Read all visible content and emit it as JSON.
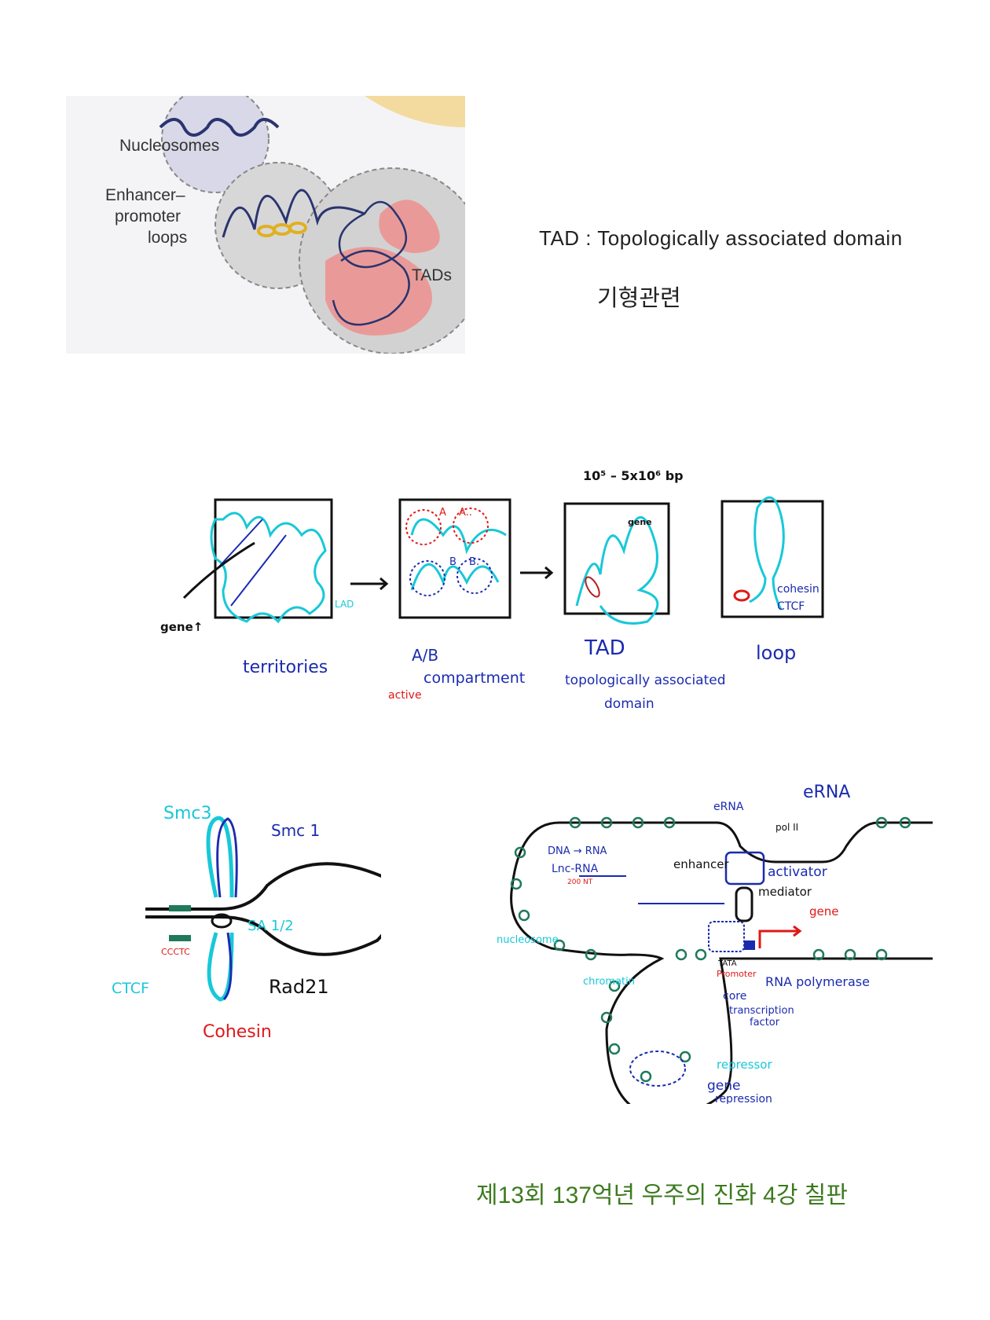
{
  "definition": {
    "tad": "TAD :  Topologically  associated domain",
    "korean_note": "기형관련"
  },
  "figure1": {
    "labels": {
      "nucleosomes": "Nucleosomes",
      "enhancer1": "Enhancer–",
      "enhancer2": "promoter",
      "enhancer3": "loops",
      "tads": "TADs"
    }
  },
  "figure2": {
    "size_note": "10⁵ – 5x10⁶ bp",
    "gene_small": "gene",
    "gene_arrow": "gene↑",
    "lad": "LAD",
    "a1": "A",
    "a2": "A..",
    "b1": "B",
    "b2": "B.",
    "cohesin": "cohesin",
    "ctcf": "CTCF",
    "captions": {
      "territories": "territories",
      "ab1": "A/B",
      "ab2": "compartment",
      "active": "active",
      "tad1": "TAD",
      "tad2": "topologically  associated",
      "tad3": "domain",
      "loop": "loop"
    }
  },
  "figure3": {
    "smc3": "Smc3",
    "smc1": "Smc 1",
    "sa": "SA 1/2",
    "ccctc": "CCCTC",
    "ctcf": "CTCF",
    "rad21": "Rad21",
    "cohesin": "Cohesin"
  },
  "figure4": {
    "erna_small": "eRNA",
    "erna_large": "eRNA",
    "pol2": "pol II",
    "dna_rna": "DNA → RNA",
    "lnc_rna": "Lnc-RNA",
    "nt": "200 NT",
    "enhancer": "enhancer",
    "activator": "activator",
    "mediator": "mediator",
    "gene": "gene",
    "tata": "TATA",
    "promoter": "Promoter",
    "rna_pol": "RNA  polymerase",
    "core1": "core",
    "core2": "transcription",
    "core3": "factor",
    "nucleosome": "nucleosome",
    "chromatin": "chromatin",
    "repressor": "repressor",
    "gene_rep1": "gene",
    "gene_rep2": "repression"
  },
  "footer": "제13회  137억년 우주의 진화 4강 칠판",
  "colors": {
    "cyan": "#18c8d8",
    "blue": "#1a2bb0",
    "red": "#e01818",
    "green": "#3d7a1f",
    "nucleosome": "#1f7a5a"
  }
}
